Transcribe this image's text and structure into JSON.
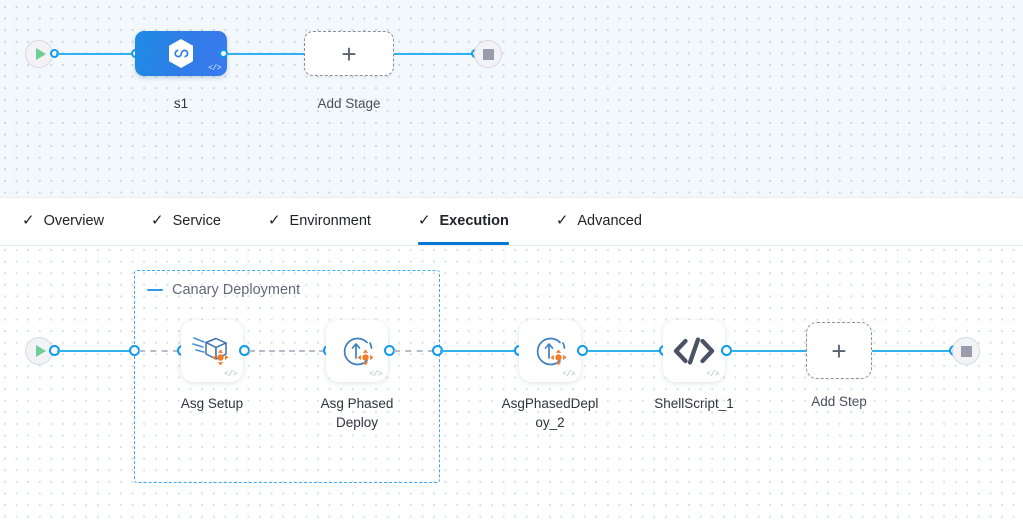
{
  "stage_canvas": {
    "start_node": {
      "name": "pipeline-start",
      "icon": "play-icon"
    },
    "end_node": {
      "name": "pipeline-end",
      "icon": "stop-icon"
    },
    "stage": {
      "label": "s1",
      "icon": "deployment-hexagon-icon",
      "code_badge": "</>",
      "color": "#2f7de8"
    },
    "add_stage": {
      "label": "Add Stage",
      "plus": "+"
    }
  },
  "tabs": [
    {
      "label": "Overview",
      "check": "✓",
      "active": false
    },
    {
      "label": "Service",
      "check": "✓",
      "active": false
    },
    {
      "label": "Environment",
      "check": "✓",
      "active": false
    },
    {
      "label": "Execution",
      "check": "✓",
      "active": true
    },
    {
      "label": "Advanced",
      "check": "✓",
      "active": false
    }
  ],
  "exec_canvas": {
    "start_node": {
      "name": "execution-start",
      "icon": "play-icon"
    },
    "end_node": {
      "name": "execution-end",
      "icon": "stop-icon"
    },
    "group": {
      "title": "Canary Deployment",
      "collapse_icon": "minus-icon",
      "border_color": "#3fa9f5"
    },
    "steps": [
      {
        "label": "Asg Setup",
        "icon": "asg-setup-package-icon",
        "code_badge": "</>"
      },
      {
        "label": "Asg Phased\nDeploy",
        "icon": "asg-phased-deploy-icon",
        "code_badge": "</>"
      },
      {
        "label": "AsgPhasedDepl\noy_2",
        "icon": "asg-phased-deploy-icon",
        "code_badge": "</>"
      },
      {
        "label": "ShellScript_1",
        "icon": "shell-script-code-icon",
        "code_badge": "</>"
      }
    ],
    "add_step": {
      "label": "Add Step",
      "plus": "+"
    }
  },
  "theme": {
    "accent": "#0278d5",
    "link_color": "#33b0f0",
    "group_border": "#3fa9f5",
    "canvas_top_bg": "#f2f8fc",
    "canvas_bottom_bg": "#ffffff",
    "orange_accent": "#f07c2a"
  }
}
